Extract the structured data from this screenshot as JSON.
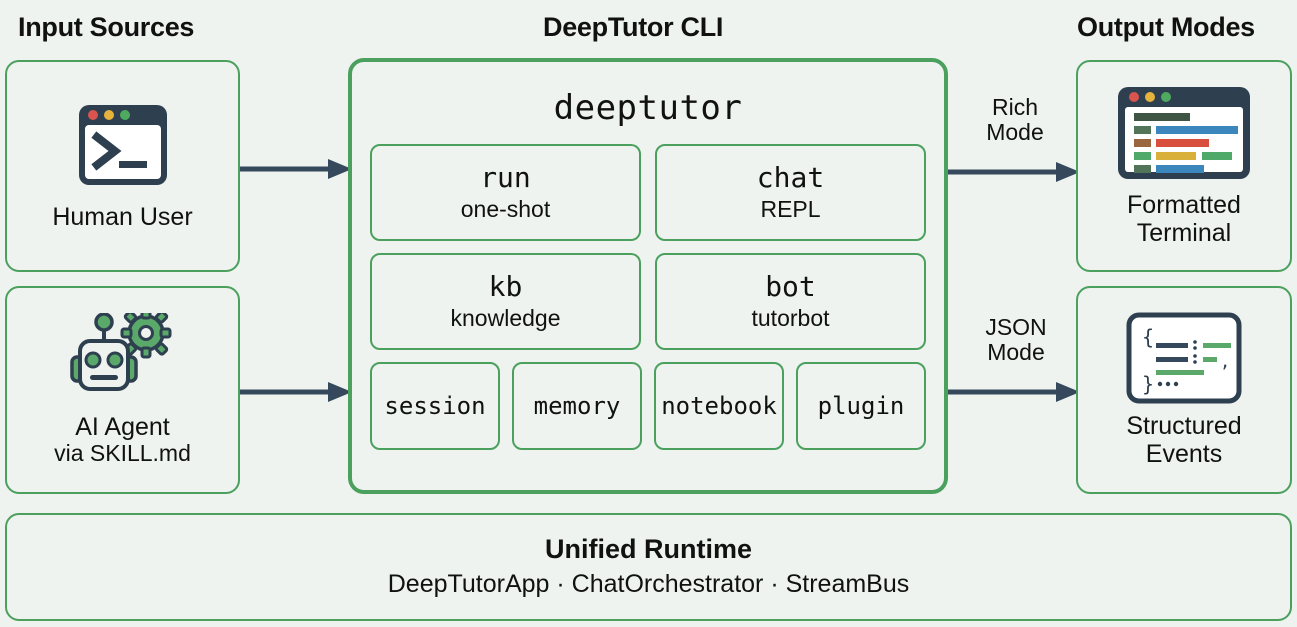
{
  "headings": {
    "input": "Input Sources",
    "cli": "DeepTutor CLI",
    "output": "Output Modes"
  },
  "inputs": [
    {
      "icon": "terminal-window-icon",
      "label": "Human User",
      "sub": ""
    },
    {
      "icon": "robot-gear-icon",
      "label": "AI Agent",
      "sub": "via SKILL.md"
    }
  ],
  "cli": {
    "title": "deeptutor",
    "commands": [
      {
        "name": "run",
        "desc": "one-shot"
      },
      {
        "name": "chat",
        "desc": "REPL"
      },
      {
        "name": "kb",
        "desc": "knowledge"
      },
      {
        "name": "bot",
        "desc": "tutorbot"
      }
    ],
    "chips": [
      "session",
      "memory",
      "notebook",
      "plugin"
    ]
  },
  "edges": {
    "rich": "Rich\nMode",
    "rich_line1": "Rich",
    "rich_line2": "Mode",
    "json_line1": "JSON",
    "json_line2": "Mode"
  },
  "outputs": [
    {
      "icon": "rich-terminal-icon",
      "label_line1": "Formatted",
      "label_line2": "Terminal"
    },
    {
      "icon": "json-braces-icon",
      "label_line1": "Structured",
      "label_line2": "Events"
    }
  ],
  "runtime": {
    "title": "Unified Runtime",
    "subtitle": "DeepTutorApp · ChatOrchestrator · StreamBus"
  },
  "colors": {
    "background": "#eef3f0",
    "border_green": "#4ca05e",
    "arrow_slate": "#36495c",
    "icon_dark": "#2e4050",
    "accent_green": "#5aa86a",
    "dot_red": "#d9534f",
    "dot_yellow": "#e6b33d",
    "dot_green": "#4faa5f",
    "bar_blue": "#3b87bd",
    "bar_red": "#d94f3d",
    "bar_yellow": "#d9b03a",
    "bar_green": "#4faa6a",
    "bar_dark_green": "#3e5543",
    "bar_brown": "#9a6640"
  }
}
